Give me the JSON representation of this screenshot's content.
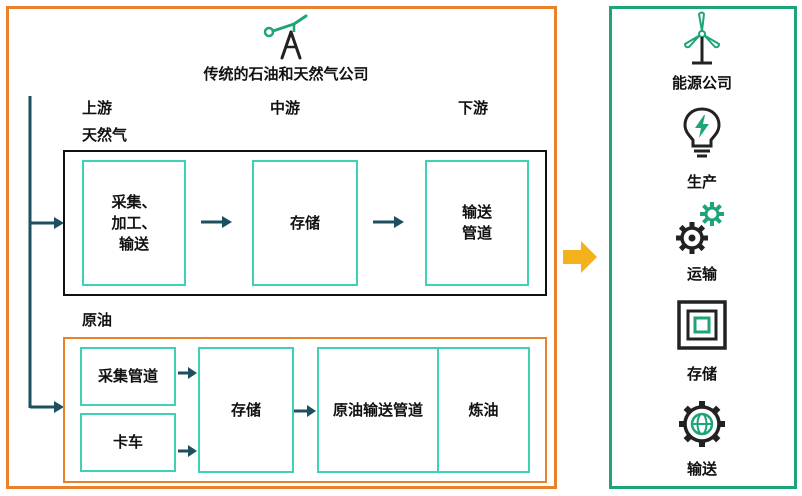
{
  "traditional": {
    "title": "传统的石油和天然气公司",
    "stages": {
      "upstream": "上游",
      "midstream": "中游",
      "downstream": "下游"
    },
    "gas": {
      "label": "天然气",
      "collect": "采集、\n加工、\n输送",
      "storage": "存储",
      "transport": "输送\n管道"
    },
    "oil": {
      "label": "原油",
      "pipeline": "采集管道",
      "truck": "卡车",
      "storage": "存储",
      "transport_pipeline": "原油输送管道",
      "refining": "炼油"
    }
  },
  "energy": {
    "title": "能源公司",
    "items": [
      {
        "label": "生产",
        "icon": "lightbulb-bolt-icon"
      },
      {
        "label": "运输",
        "icon": "gears-icon"
      },
      {
        "label": "存储",
        "icon": "storage-box-icon"
      },
      {
        "label": "输送",
        "icon": "globe-gear-icon"
      }
    ]
  },
  "colors": {
    "orange": "#e8812a",
    "teal": "#3fd1b6",
    "green": "#1fa37a",
    "navy_arrow": "#1e4f5f",
    "yellow_arrow": "#f3b21b"
  }
}
